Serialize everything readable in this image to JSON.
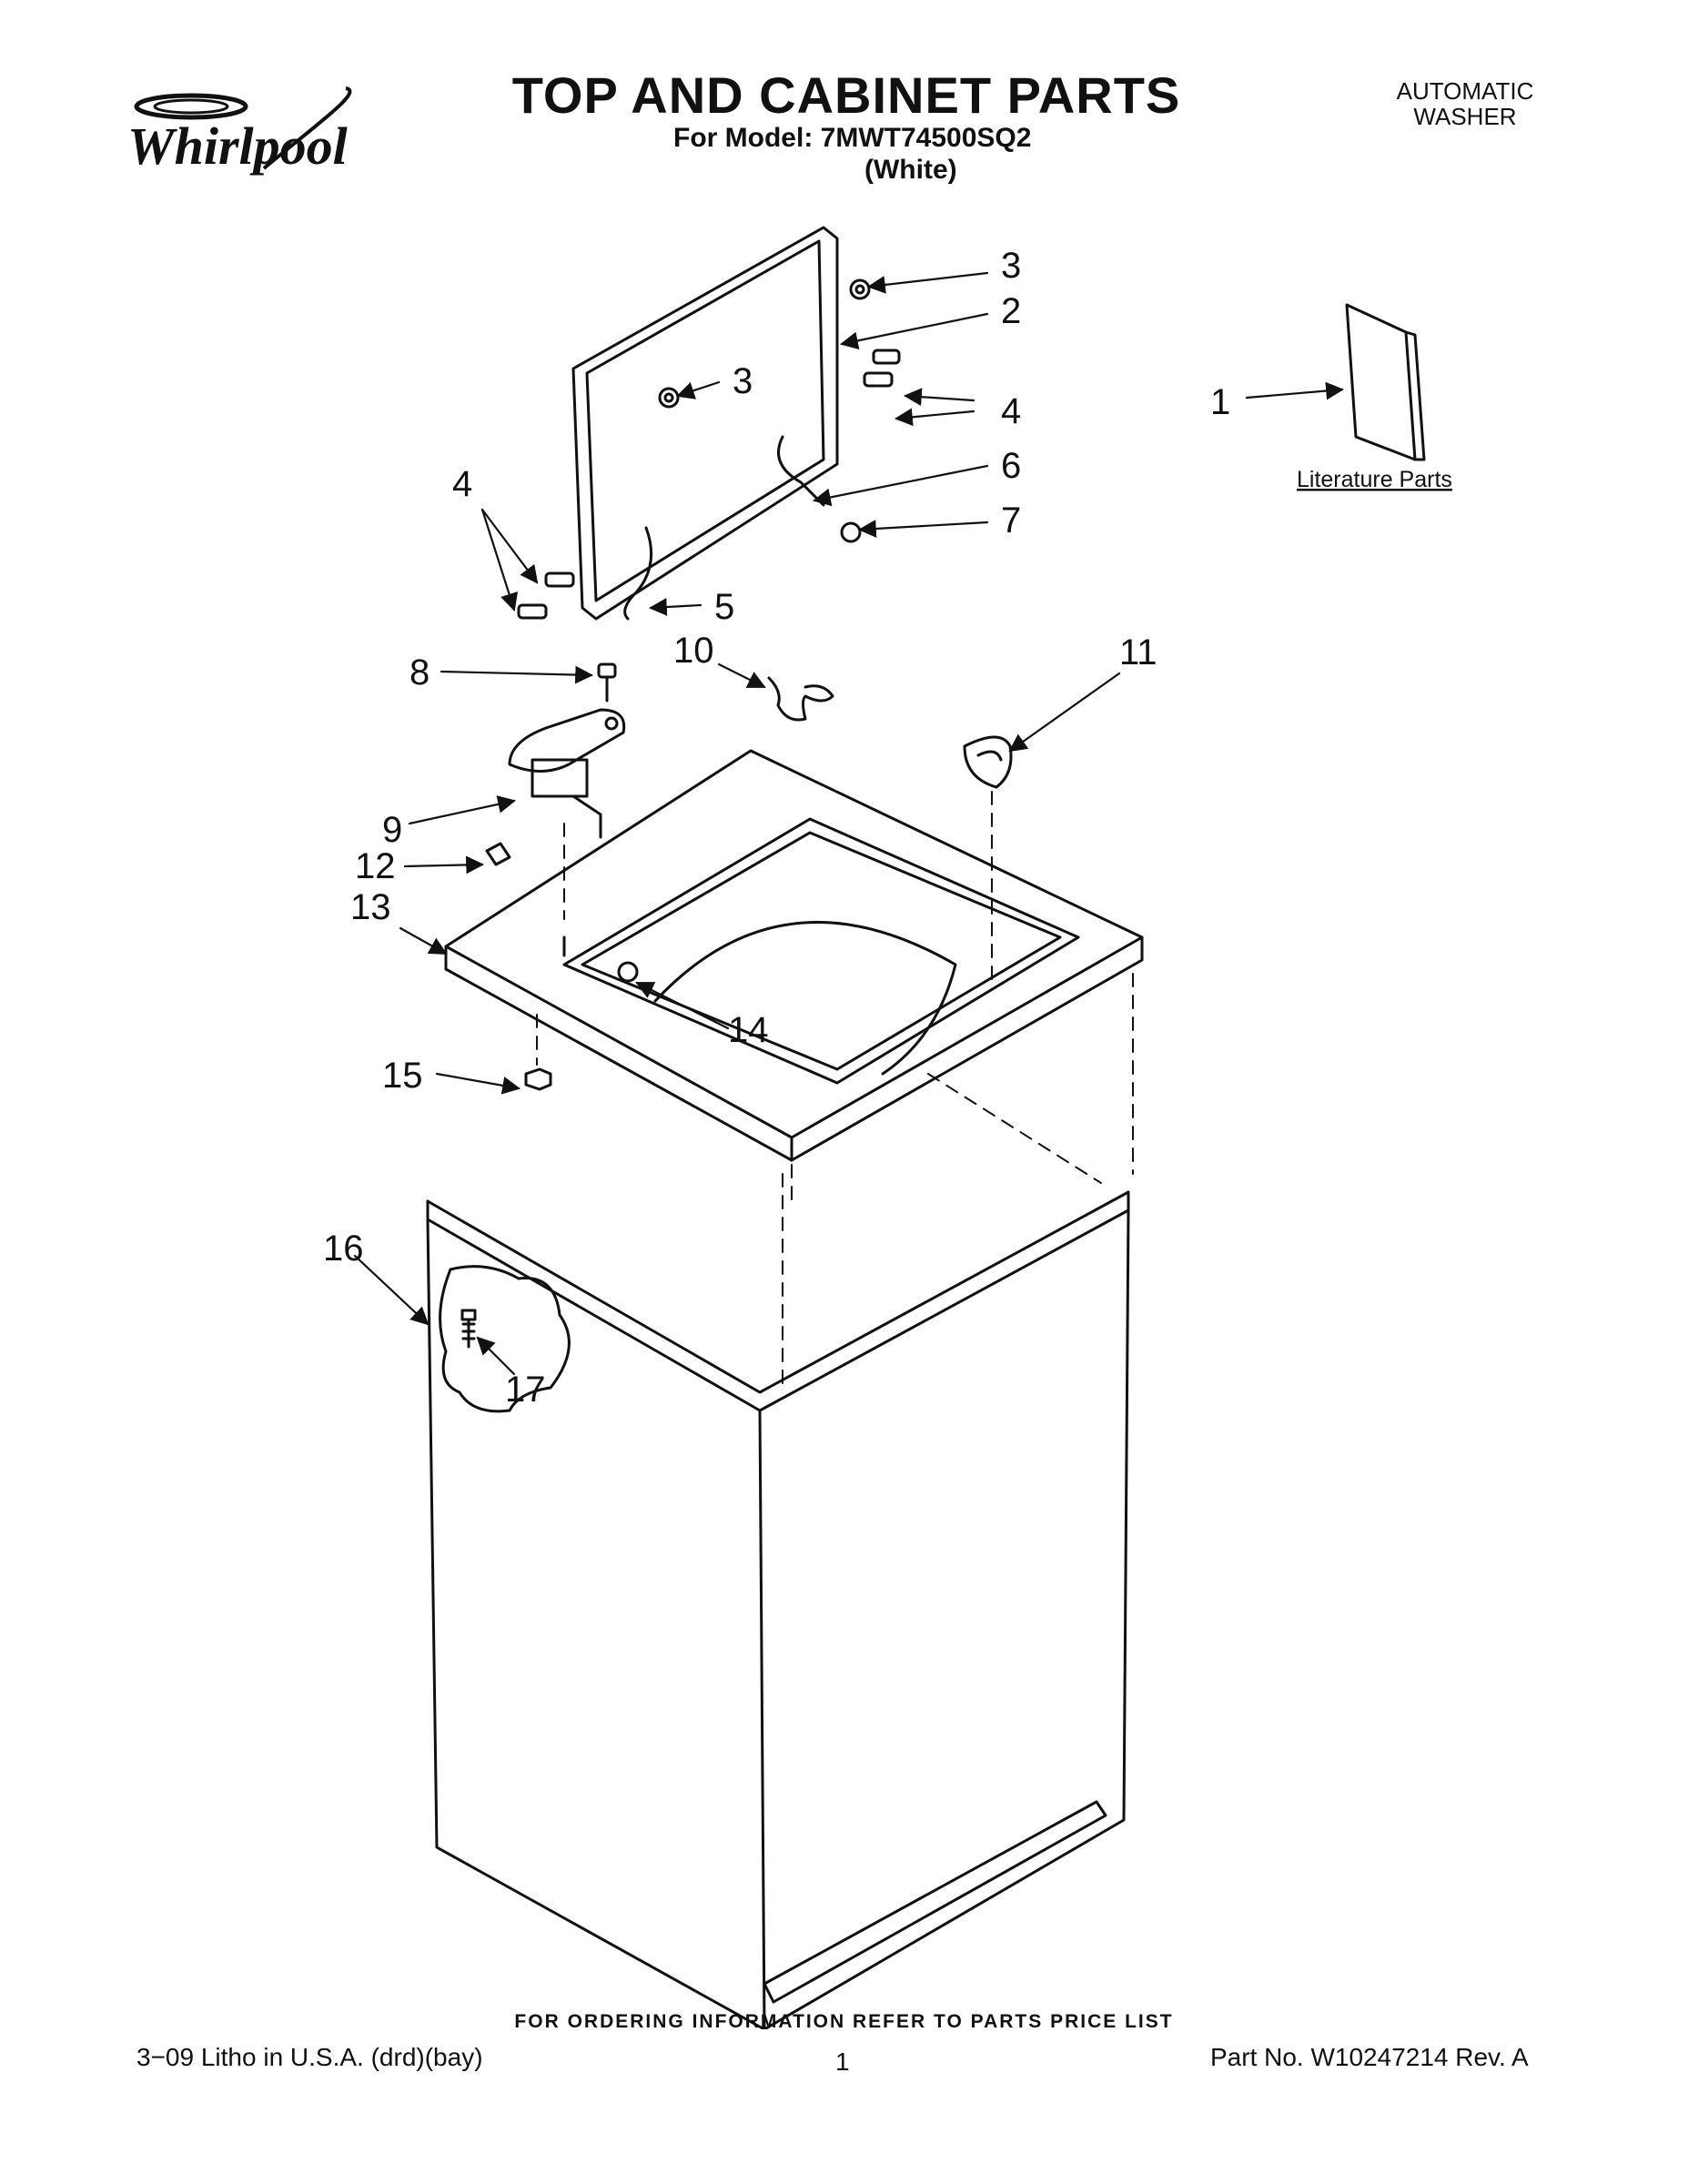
{
  "brand": "Whirlpool",
  "title": "TOP AND CABINET PARTS",
  "model_line": "For Model: 7MWT74500SQ2",
  "color_line": "(White)",
  "appliance_type": [
    "AUTOMATIC",
    "WASHER"
  ],
  "literature_label": "Literature Parts",
  "callouts": {
    "c1": "1",
    "c2": "2",
    "c3a": "3",
    "c3b": "3",
    "c4a": "4",
    "c4b": "4",
    "c5": "5",
    "c6": "6",
    "c7": "7",
    "c8": "8",
    "c9": "9",
    "c10": "10",
    "c11": "11",
    "c12": "12",
    "c13": "13",
    "c14": "14",
    "c15": "15",
    "c16": "16",
    "c17": "17"
  },
  "footer": {
    "ordering_note": "FOR ORDERING INFORMATION REFER TO PARTS PRICE LIST",
    "litho": "3−09 Litho in U.S.A. (drd)(bay)",
    "page": "1",
    "part_no": "Part No. W10247214 Rev. A"
  },
  "colors": {
    "ink": "#111111",
    "paper": "#ffffff"
  }
}
